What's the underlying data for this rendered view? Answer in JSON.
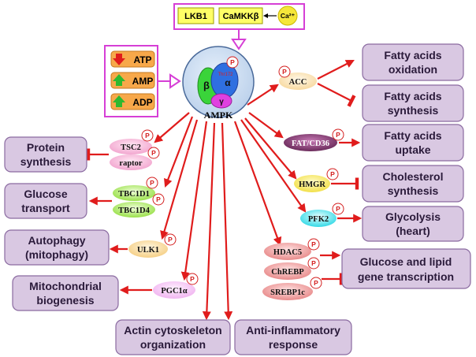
{
  "upstream": {
    "lkb1": "LKB1",
    "camkk": "CaMKKβ",
    "calcium": "Ca²⁺"
  },
  "nucleotides": [
    "ATP",
    "AMP",
    "ADP"
  ],
  "ampk": {
    "label": "AMPK",
    "beta": "β",
    "alpha": "α",
    "gamma": "γ",
    "thr": "Thr172"
  },
  "phospho": "P",
  "targets": {
    "acc": "ACC",
    "fat": "FAT/CD36",
    "hmgr": "HMGR",
    "pfk2": "PFK2",
    "tsc2": "TSC2",
    "raptor": "raptor",
    "tbc1d1": "TBC1D1",
    "tbc1d4": "TBC1D4",
    "ulk1": "ULK1",
    "pgc1a": "PGC1α",
    "hdac5": "HDAC5",
    "chrebp": "ChREBP",
    "srebp1c": "SREBP1c"
  },
  "outcomes": {
    "fa_oxidation": [
      "Fatty acids",
      "oxidation"
    ],
    "fa_synthesis": [
      "Fatty acids",
      "synthesis"
    ],
    "fa_uptake": [
      "Fatty acids",
      "uptake"
    ],
    "chol_synthesis": [
      "Cholesterol",
      "synthesis"
    ],
    "glycolysis": [
      "Glycolysis",
      "(heart)"
    ],
    "gene_transcription": [
      "Glucose and lipid",
      "gene transcription"
    ],
    "protein_synthesis": [
      "Protein",
      "synthesis"
    ],
    "glucose_transport": [
      "Glucose",
      "transport"
    ],
    "autophagy": [
      "Autophagy",
      "(mitophagy)"
    ],
    "mito_biogenesis": [
      "Mitochondrial",
      "biogenesis"
    ],
    "actin": [
      "Actin cytoskeleton",
      "organization"
    ],
    "anti_inflammatory": [
      "Anti-inflammatory",
      "response"
    ]
  },
  "colors": {
    "arrow": "#e01c1c",
    "outcome_fill": "#d9c8e2",
    "upstream_border": "#d63fd6",
    "ampk_fill": "#c7d9ef"
  }
}
